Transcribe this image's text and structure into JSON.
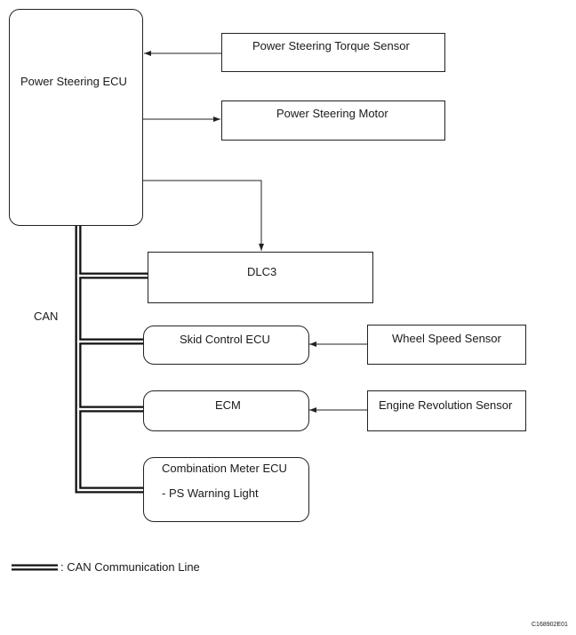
{
  "nodes": {
    "ps_ecu": "Power Steering ECU",
    "torque_sensor": "Power Steering Torque Sensor",
    "ps_motor": "Power Steering Motor",
    "dlc3": "DLC3",
    "skid_ecu": "Skid Control ECU",
    "wheel_sensor": "Wheel Speed Sensor",
    "ecm": "ECM",
    "engine_sensor": "Engine Revolution Sensor",
    "combo_meter": "Combination Meter ECU",
    "ps_warning": "- PS Warning Light"
  },
  "labels": {
    "can": "CAN"
  },
  "legend": {
    "text": ": CAN Communication Line"
  },
  "figure_code": "C168902E01"
}
